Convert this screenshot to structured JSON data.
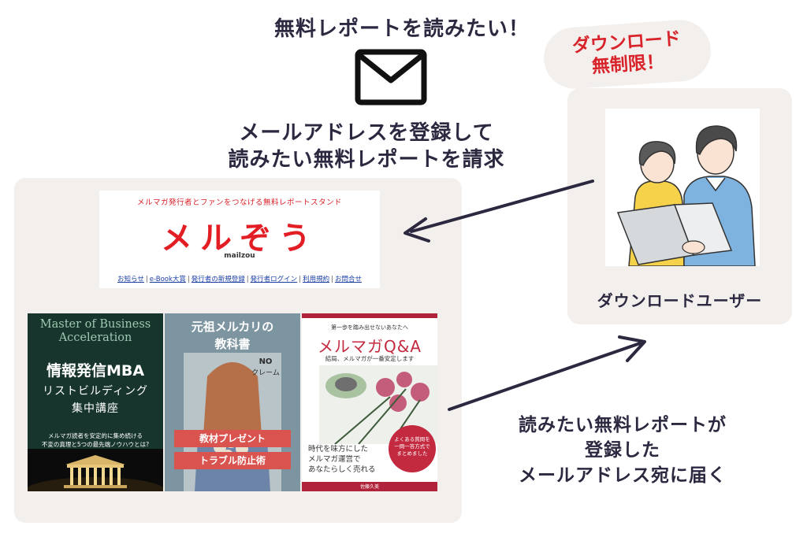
{
  "top_caption": "無料レポートを読みたい！",
  "register_caption": {
    "line1": "メールアドレスを登録して",
    "line2": "読みたい無料レポートを請求"
  },
  "badge": {
    "line1": "ダウンロード",
    "line2": "無制限！"
  },
  "user_label": "ダウンロードユーザー",
  "site": {
    "tagline": "メルマガ発行者とファンをつなげる無料レポートスタンド",
    "logo": "メルぞう",
    "sub": "mailzou",
    "nav": [
      "お知らせ",
      "e-Book大賞",
      "発行者の新規登録",
      "発行者ログイン",
      "利用規約",
      "お問合せ"
    ]
  },
  "books": {
    "book1": {
      "title_line1": "Master of Business",
      "title_line2": "Acceleration",
      "main": "情報発信MBA",
      "sub1": "リストビルディング",
      "sub2": "集中講座",
      "desc_line1": "メルマガ読者を安定的に集め続ける",
      "desc_line2": "不変の真理と5つの最先端ノウハウとは?"
    },
    "book2": {
      "title_line1": "元祖メルカリの",
      "title_line2": "教科書",
      "no": "NO",
      "no_sub": "クレーム",
      "band1": "教材プレゼント",
      "band2": "トラブル防止術"
    },
    "book3": {
      "kicker": "第一歩を踏み出せないあなたへ",
      "title": "メルマガQ&A",
      "sub": "結局、メルマガが一番安定します",
      "text_line1": "時代を味方にした",
      "text_line2": "メルマガ運営で",
      "text_line3": "あなたらしく売れる",
      "circle_line1": "よくある質問を",
      "circle_line2": "一問一答方式で",
      "circle_line3": "まとめました",
      "author": "佐藤久美"
    }
  },
  "deliver_caption": {
    "line1": "読みたい無料レポートが",
    "line2": "登録した",
    "line3": "メールアドレス宛に届く"
  },
  "colors": {
    "text": "#2b2840",
    "accent_red": "#d8232a",
    "panel_bg": "#f3efec"
  },
  "icons": [
    "envelope-icon",
    "arrow-left-icon",
    "arrow-right-icon"
  ]
}
